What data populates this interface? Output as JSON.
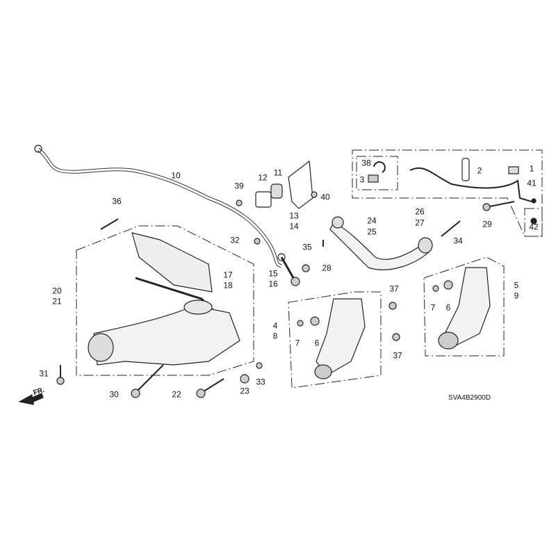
{
  "callouts": [
    "10",
    "36",
    "39",
    "12",
    "11",
    "40",
    "13",
    "14",
    "38",
    "3",
    "2",
    "1",
    "41",
    "26",
    "27",
    "29",
    "42",
    "24",
    "25",
    "34",
    "32",
    "35",
    "15",
    "16",
    "28",
    "17",
    "18",
    "20",
    "21",
    "37",
    "37",
    "5",
    "9",
    "7",
    "6",
    "4",
    "8",
    "7",
    "6",
    "31",
    "30",
    "22",
    "23",
    "33"
  ],
  "front_marker": "FR.",
  "diagram_code": "SVA4B2900D"
}
